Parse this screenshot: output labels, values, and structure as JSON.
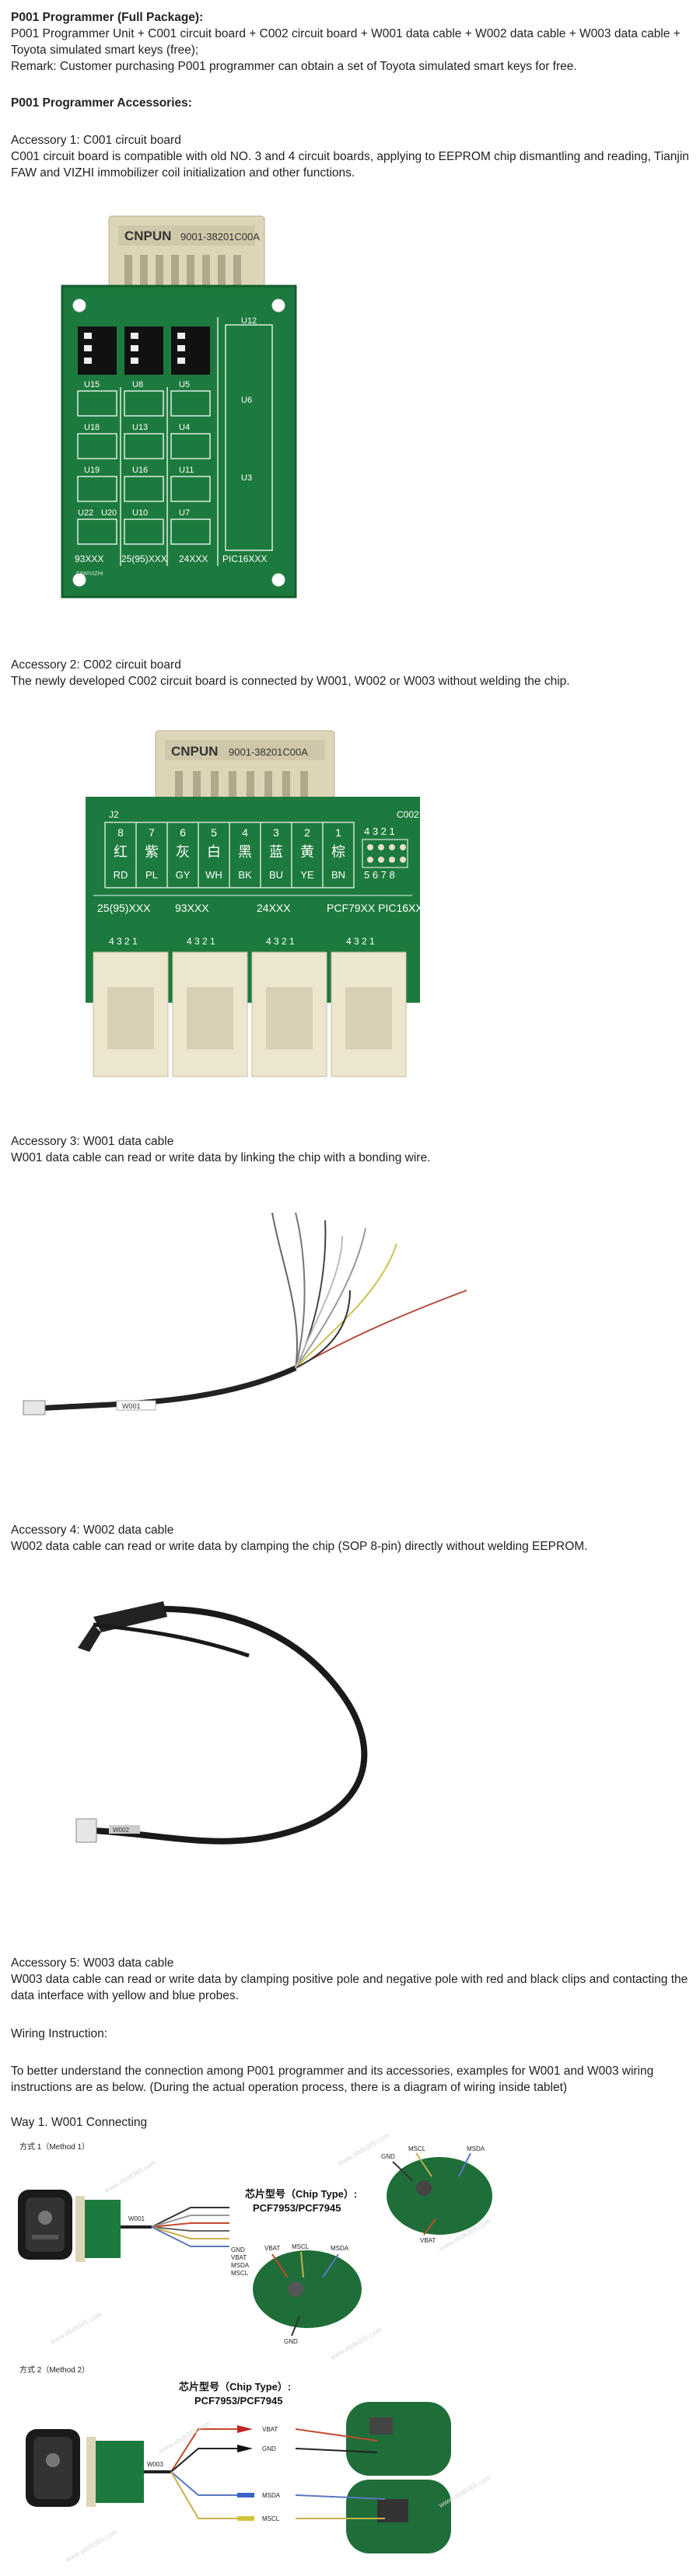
{
  "package": {
    "title": "P001 Programmer (Full Package):",
    "contents": "P001 Programmer Unit + C001 circuit board + C002 circuit board + W001 data cable + W002 data cable + W003 data cable + Toyota simulated smart keys (free);",
    "remark": "Remark: Customer purchasing P001 programmer can obtain a set of Toyota simulated smart keys for free."
  },
  "accessories_title": "P001 Programmer Accessories:",
  "accessories": [
    {
      "heading": "Accessory 1: C001 circuit board",
      "desc": "C001 circuit board is compatible with old NO. 3 and 4 circuit boards, applying to EEPROM chip dismantling and reading, Tianjin FAW and VIZHI immobilizer coil initialization and other functions."
    },
    {
      "heading": "Accessory 2: C002 circuit board",
      "desc": "The newly developed C002 circuit board is connected by W001, W002 or W003 without welding the chip."
    },
    {
      "heading": "Accessory 3: W001 data cable",
      "desc": "W001 data cable can read or write data by linking the chip with a bonding wire."
    },
    {
      "heading": "Accessory 4: W002 data cable",
      "desc": "W002 data cable can read or write data by clamping the chip (SOP 8-pin) directly without welding EEPROM."
    },
    {
      "heading": "Accessory 5: W003 data cable",
      "desc": "W003 data cable can read or write data by clamping positive pole and negative pole with red and black clips and contacting the data interface with yellow and blue probes."
    }
  ],
  "wiring": {
    "title": "Wiring Instruction:",
    "desc": "To better understand the connection among P001 programmer and its accessories, examples for W001 and W003 wiring instructions are as below. (During the actual operation process, there is a diagram of wiring inside tablet)",
    "way1": "Way 1.  W001 Connecting"
  },
  "c001": {
    "brand": "CNPUN",
    "part": "9001-38201C00A",
    "chip_labels": [
      "U15",
      "U8",
      "U5",
      "U18",
      "U13",
      "U4",
      "U19",
      "U16",
      "U11",
      "U22",
      "U20",
      "U10",
      "U7",
      "U12",
      "U6",
      "U3"
    ],
    "bottom_labels": [
      "93XXX",
      "25(95)XXX",
      "24XXX",
      "PIC16XXX"
    ],
    "small_text": "FAW/VIZHI"
  },
  "c002": {
    "brand": "CNPUN",
    "part": "9001-38201C00A",
    "header": "J2",
    "side_label": "C002",
    "pins": [
      {
        "num": "8",
        "cn": "红",
        "en": "RD"
      },
      {
        "num": "7",
        "cn": "紫",
        "en": "PL"
      },
      {
        "num": "6",
        "cn": "灰",
        "en": "GY"
      },
      {
        "num": "5",
        "cn": "白",
        "en": "WH"
      },
      {
        "num": "4",
        "cn": "黑",
        "en": "BK"
      },
      {
        "num": "3",
        "cn": "蓝",
        "en": "BU"
      },
      {
        "num": "2",
        "cn": "黄",
        "en": "YE"
      },
      {
        "num": "1",
        "cn": "棕",
        "en": "BN"
      }
    ],
    "grid_top": "4 3 2 1",
    "grid_bottom": "5 6 7 8",
    "sections": [
      "25(95)XXX",
      "93XXX",
      "24XXX",
      "PCF79XX\nPIC16XXX"
    ],
    "port_pins": "4 3 2 1"
  },
  "w001_label": "W001",
  "w002_label": "W002",
  "diagram1": {
    "method": "方式 1（Method 1）",
    "chip_type": "芯片型号（Chip Type）:",
    "chip_models": "PCF7953/PCF7945",
    "cable_label": "W001",
    "wire_labels": [
      "GND",
      "VBAT",
      "MSDA",
      "MSCL"
    ],
    "key_labels": [
      "GND",
      "MSCL",
      "MSDA",
      "VBAT"
    ],
    "bottom_labels": [
      "VBAT",
      "MSCL",
      "MSDA",
      "GND"
    ]
  },
  "diagram2": {
    "method": "方式 2（Method 2）",
    "chip_type": "芯片型号（Chip Type）:",
    "chip_models": "PCF7953/PCF7945",
    "cable_label": "W003",
    "wire_labels": [
      "VBAT",
      "GND",
      "MSDA",
      "MSCL"
    ]
  },
  "watermark": "www.obdii365.com"
}
